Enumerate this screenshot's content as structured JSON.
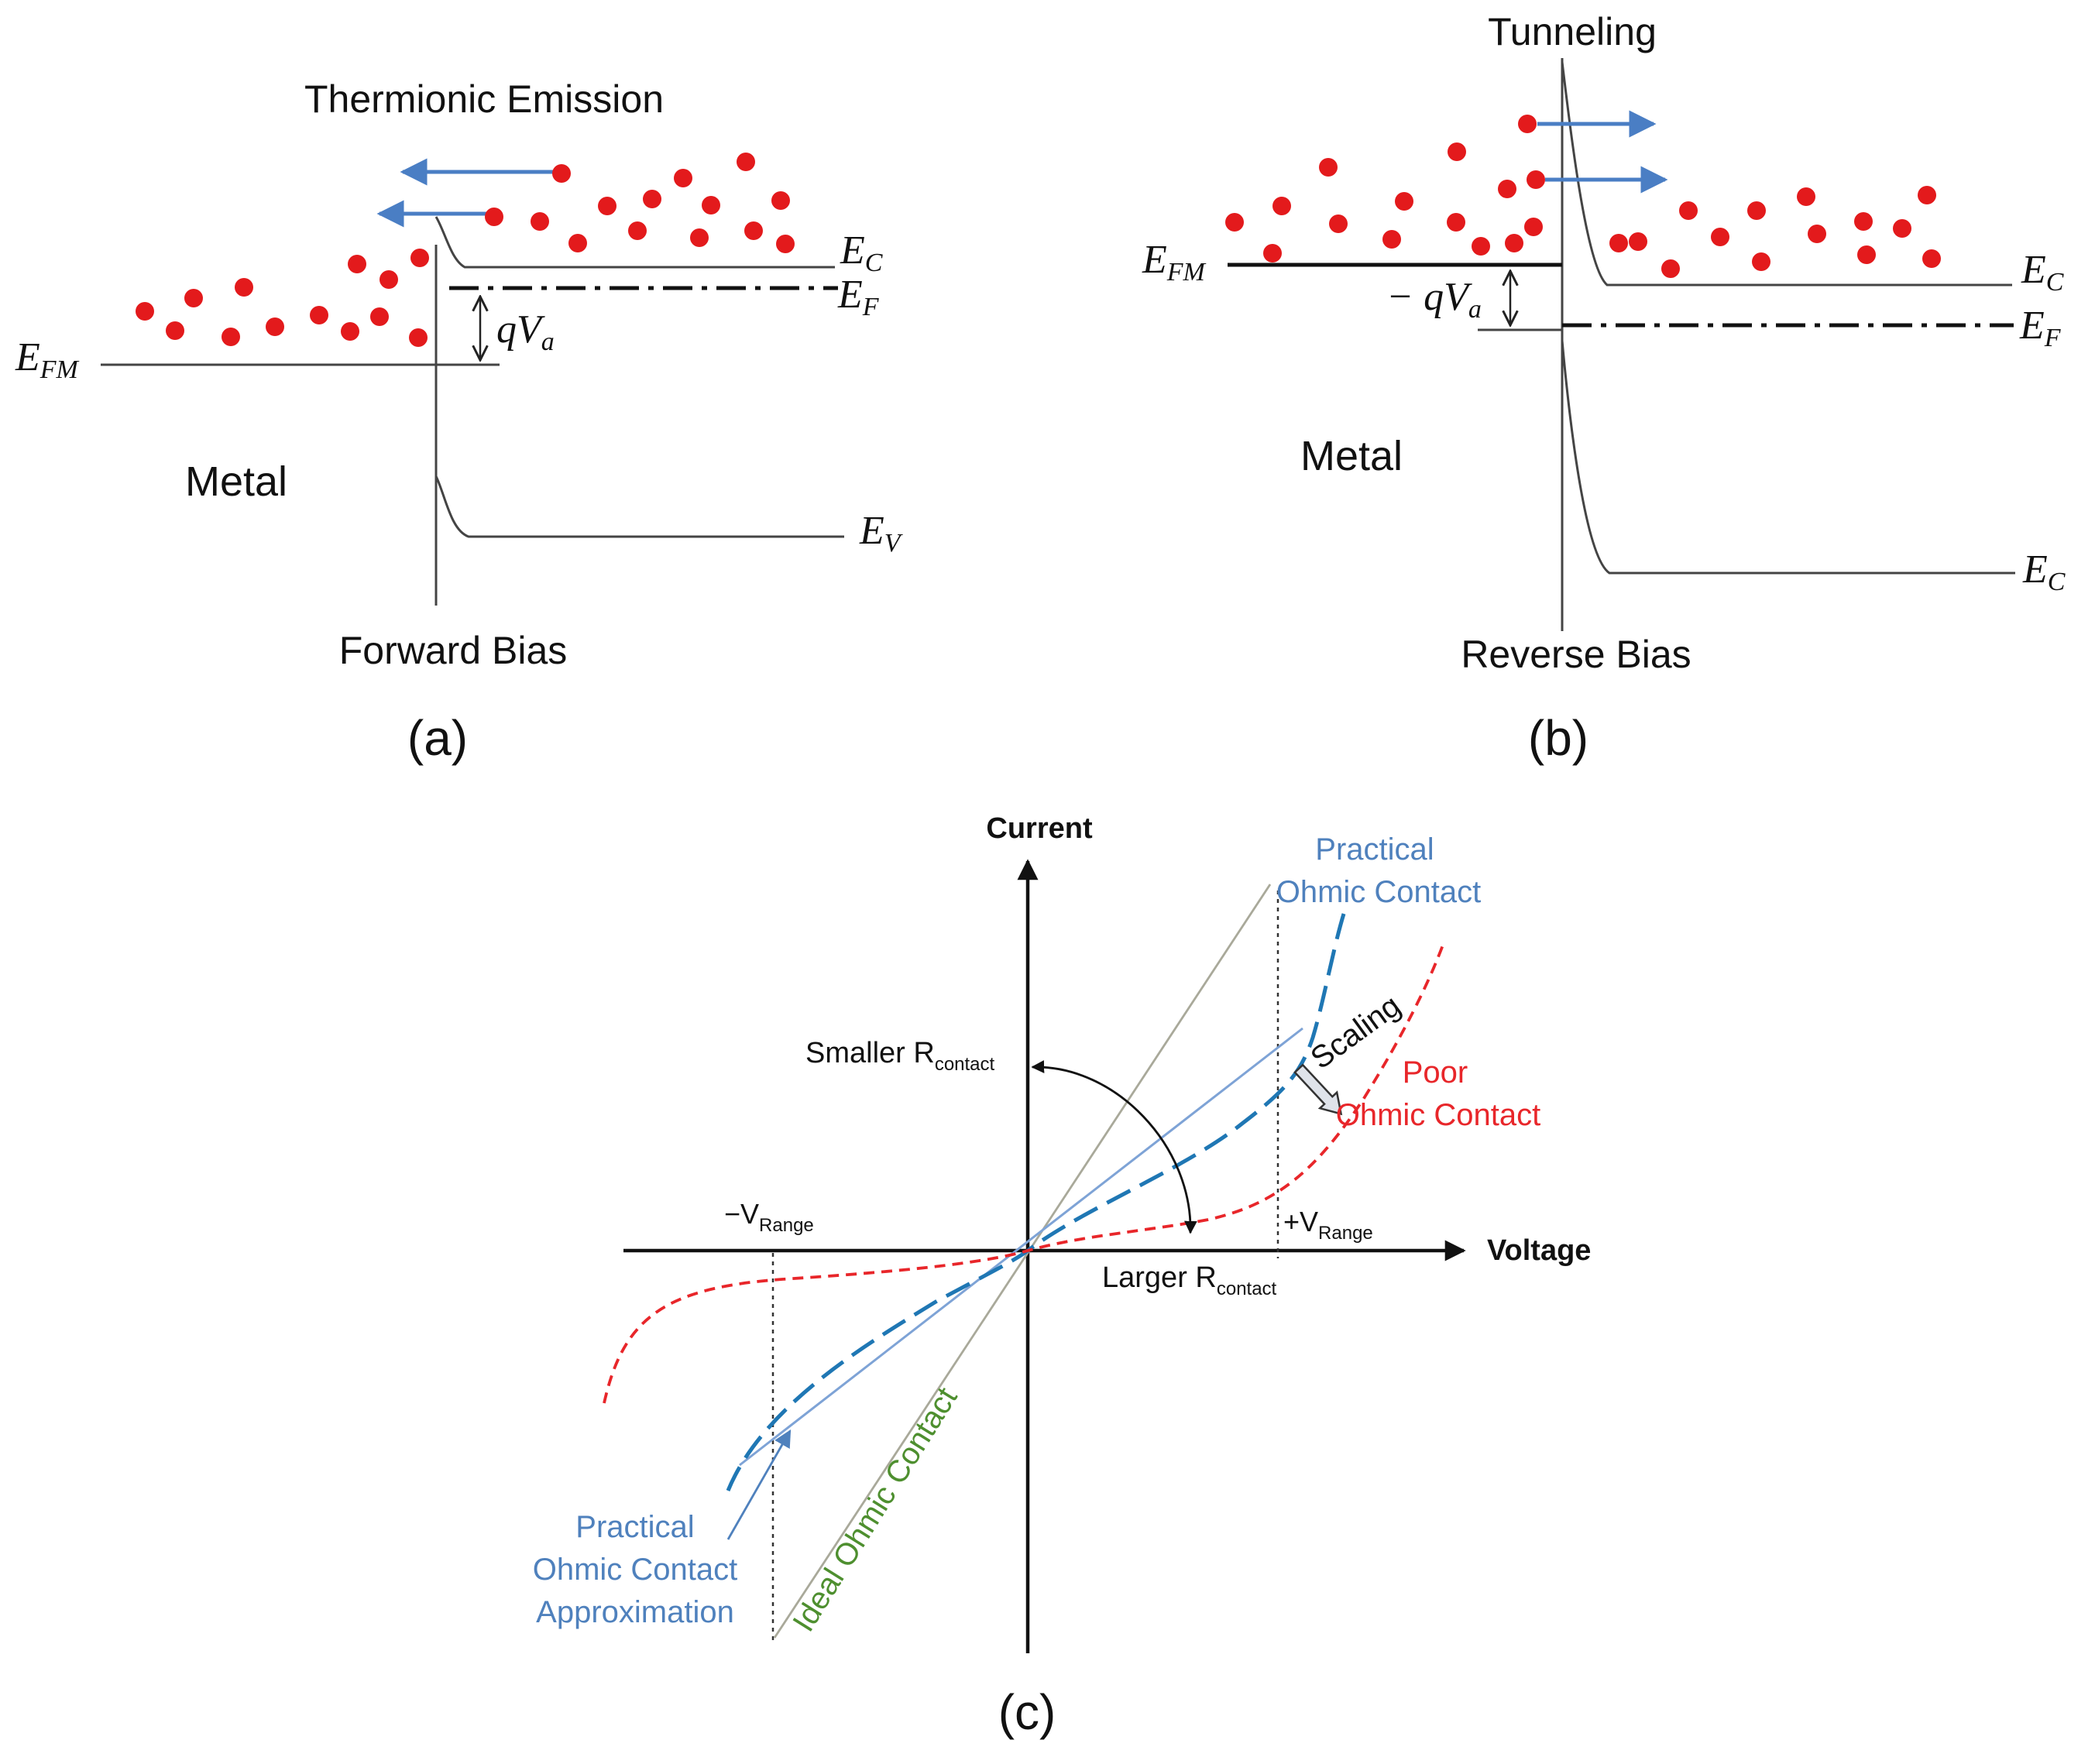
{
  "panel_a": {
    "title": "Thermionic Emission",
    "metal_label": "Metal",
    "caption": "Forward Bias",
    "panel_label": "(a)",
    "ec_sym": "E",
    "ec_sub": "C",
    "ef_sym": "E",
    "ef_sub": "F",
    "efm_sym": "E",
    "efm_sub": "FM",
    "ev_sym": "E",
    "ev_sub": "V",
    "qva_q": "q",
    "qva_v": "V",
    "qva_sub": "a"
  },
  "panel_b": {
    "title": "Tunneling",
    "metal_label": "Metal",
    "caption": "Reverse Bias",
    "panel_label": "(b)",
    "ec_sym": "E",
    "ec_sub": "C",
    "ef_sym": "E",
    "ef_sub": "F",
    "efm_sym": "E",
    "efm_sub": "FM",
    "ec2_sym": "E",
    "ec2_sub": "C",
    "qva_q": "− q",
    "qva_v": "V",
    "qva_sub": "a"
  },
  "panel_c": {
    "panel_label": "(c)",
    "y_axis_label": "Current",
    "x_axis_label": "Voltage",
    "practical_top_1": "Practical",
    "practical_top_2": "Ohmic Contact",
    "poor_1": "Poor",
    "poor_2": "Ohmic Contact",
    "scaling": "Scaling",
    "smaller_r": "Smaller R",
    "larger_r": "Larger R",
    "r_sub": "contact",
    "neg_v": "−V",
    "pos_v": "+V",
    "v_sub": "Range",
    "ideal": "Ideal Ohmic Contact",
    "approx_1": "Practical",
    "approx_2": "Ohmic Contact",
    "approx_3": "Approximation"
  },
  "colors": {
    "electron": "#e31a1c",
    "arrow_blue": "#4a7ec4",
    "practical_blue": "#1f77b4",
    "label_blue": "#4f81bd",
    "poor_red": "#e8262a",
    "ideal_green": "#4e8f2f",
    "ideal_line": "#a9a99a"
  },
  "icons": [
    "electron-dot-icon",
    "emission-arrow-icon",
    "scaling-arrow-icon",
    "rotation-arrow-icon"
  ]
}
